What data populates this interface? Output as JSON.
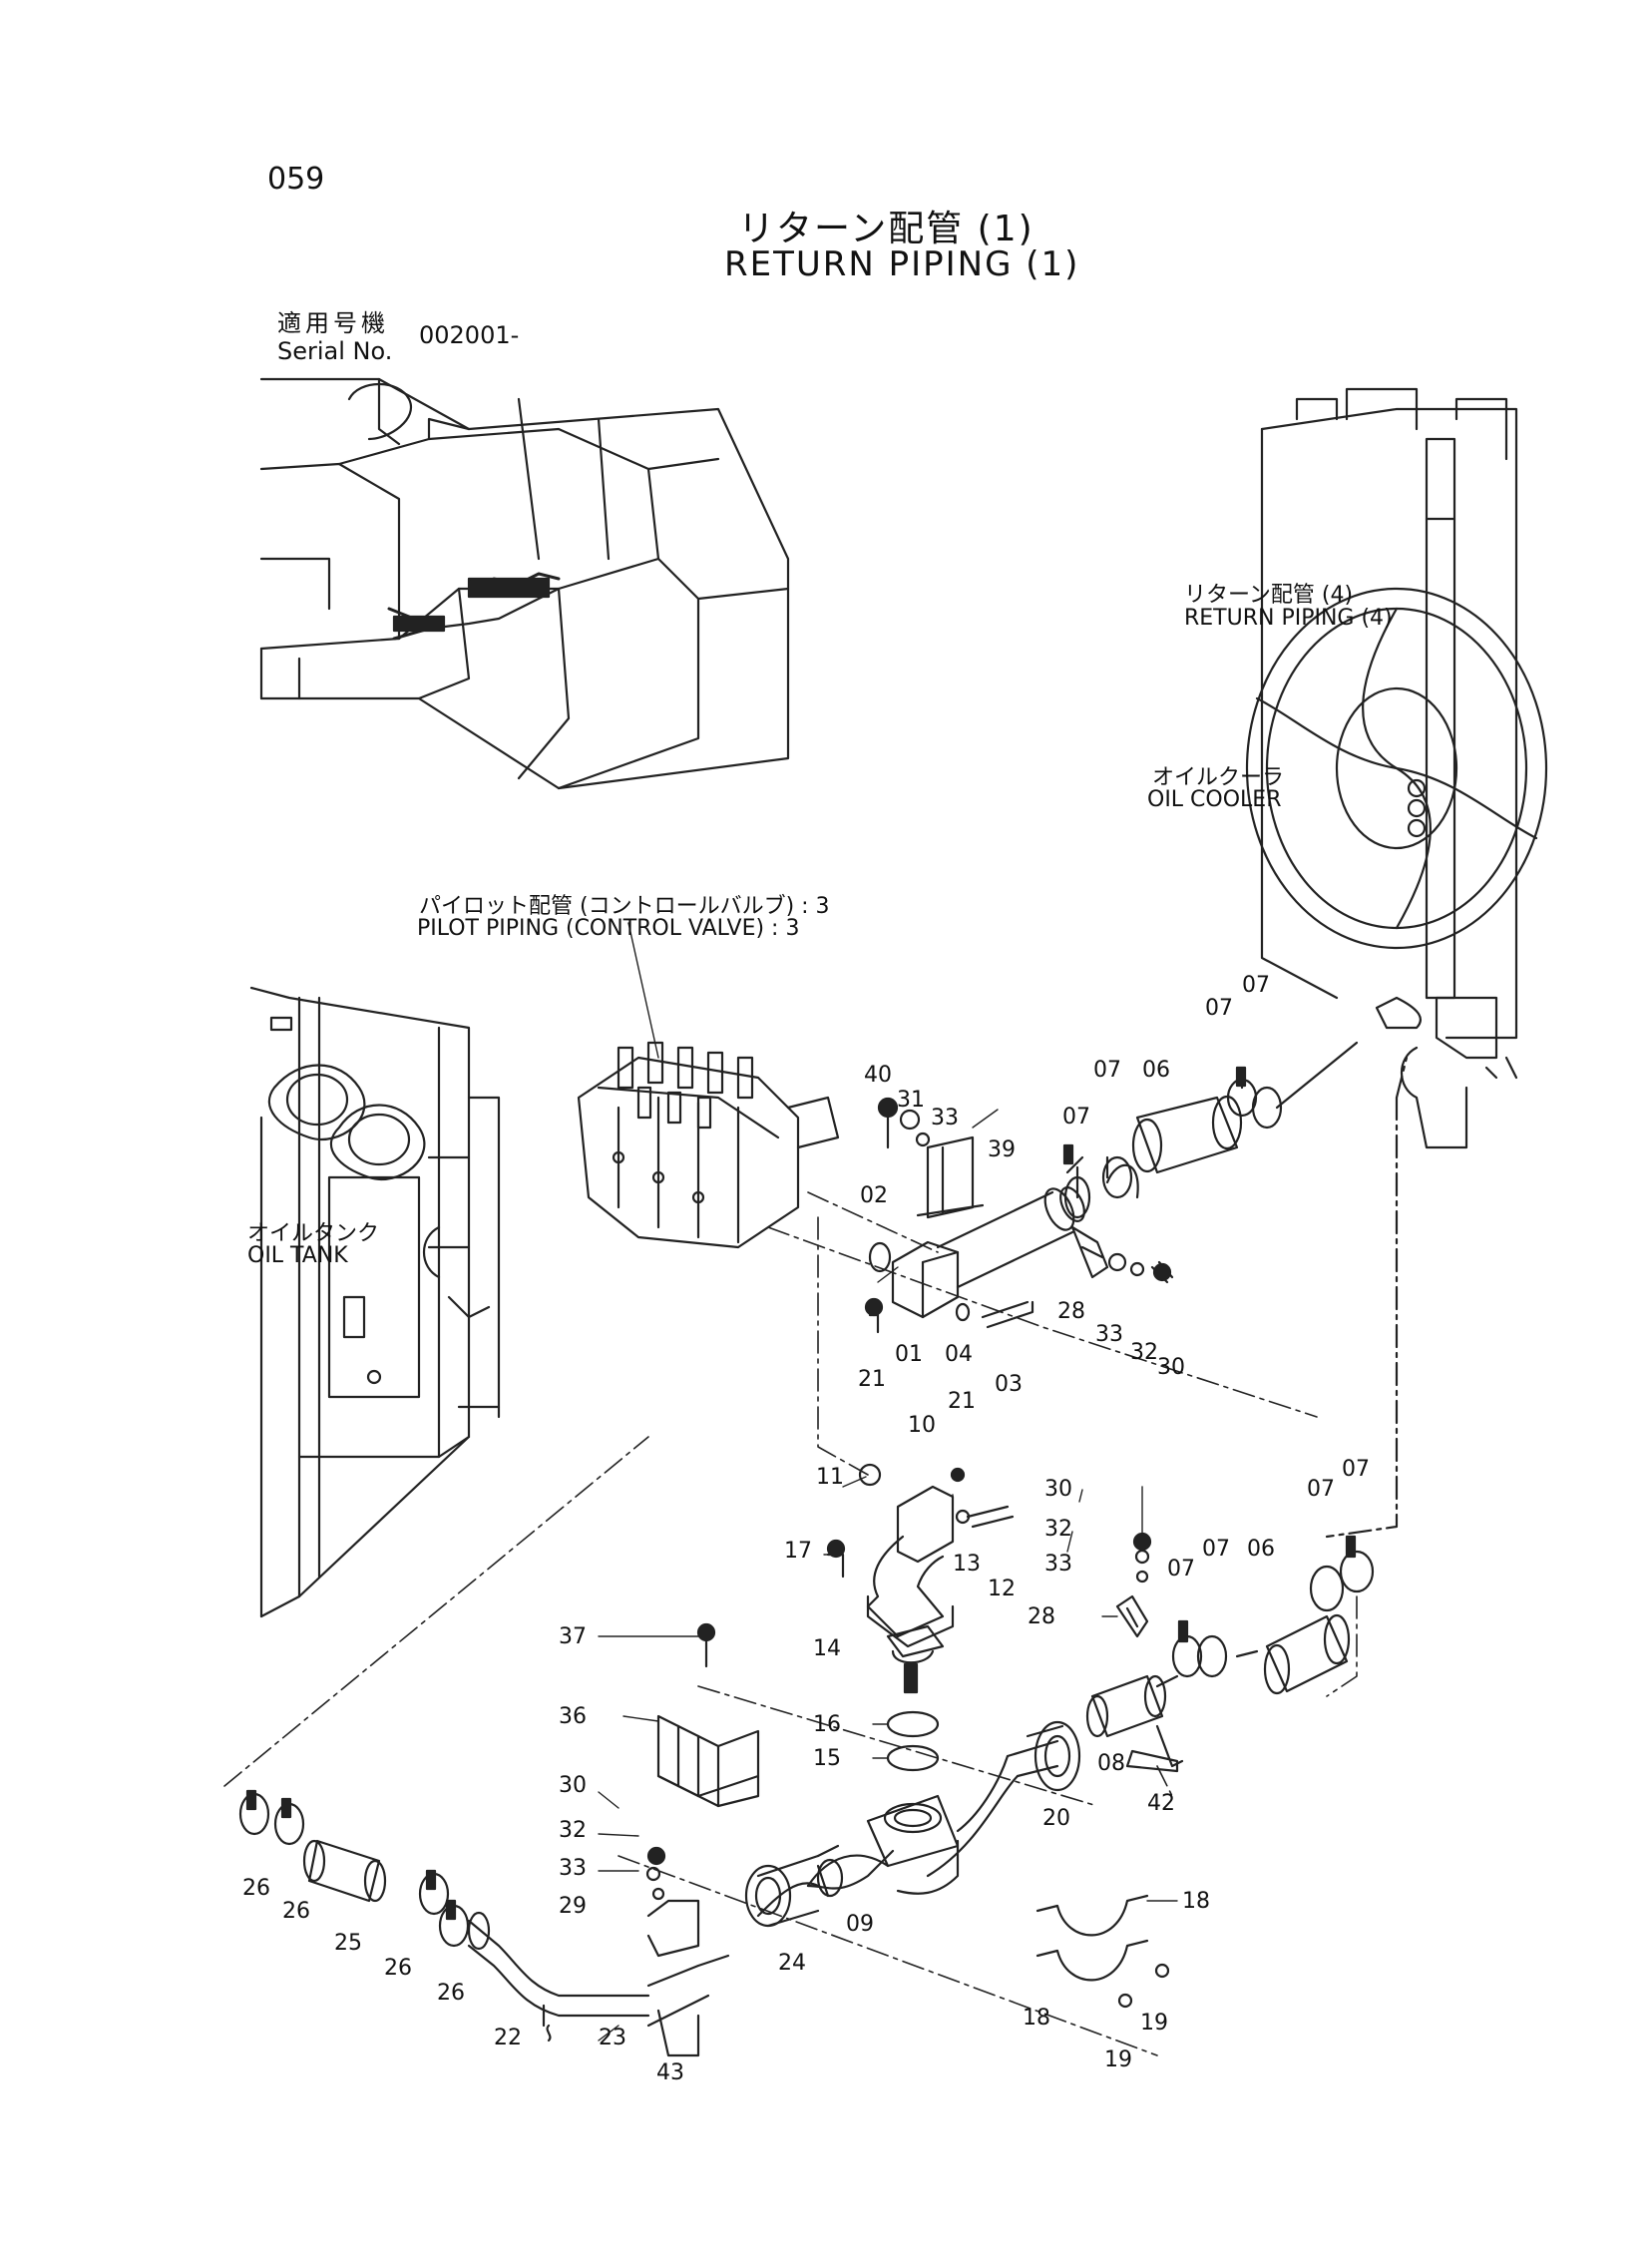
{
  "page_number": "059",
  "title_jp": "リターン配管 (1)",
  "title_en": "RETURN PIPING (1)",
  "serial": {
    "label_jp": "適用号機",
    "label_en": "Serial No.",
    "value": "002001-"
  },
  "notes": {
    "return4_jp": "リターン配管 (4)",
    "return4_en": "RETURN PIPING (4)",
    "oil_cooler_jp": "オイルクーラ",
    "oil_cooler_en": "OIL COOLER",
    "pilot_jp": "パイロット配管 (コントロールバルブ) : 3",
    "pilot_en": "PILOT PIPING (CONTROL VALVE) : 3",
    "oil_tank_jp": "オイルタンク",
    "oil_tank_en": "OIL TANK"
  },
  "part_labels": {
    "p40": "40",
    "p31": "31",
    "p33a": "33",
    "p39": "39",
    "p02": "02",
    "p07a": "07",
    "p07b": "07",
    "p06a": "06",
    "p07c": "07",
    "p07d": "07",
    "p28a": "28",
    "p33b": "33",
    "p32a": "32",
    "p30a": "30",
    "p21a": "21",
    "p01": "01",
    "p04": "04",
    "p03": "03",
    "p21b": "21",
    "p10": "10",
    "p11": "11",
    "p17": "17",
    "p13": "13",
    "p12": "12",
    "p30b": "30",
    "p32b": "32",
    "p33c": "33",
    "p28b": "28",
    "p07e": "07",
    "p07f": "07",
    "p06b": "06",
    "p07g": "07",
    "p07h": "07",
    "p37": "37",
    "p14": "14",
    "p36": "36",
    "p16": "16",
    "p15": "15",
    "p08": "08",
    "p42": "42",
    "p20": "20",
    "p30c": "30",
    "p32c": "32",
    "p33d": "33",
    "p29": "29",
    "p26a": "26",
    "p26b": "26",
    "p25": "25",
    "p26c": "26",
    "p26d": "26",
    "p22": "22",
    "p23": "23",
    "p43": "43",
    "p24": "24",
    "p09": "09",
    "p18a": "18",
    "p18b": "18",
    "p19a": "19",
    "p19b": "19"
  }
}
